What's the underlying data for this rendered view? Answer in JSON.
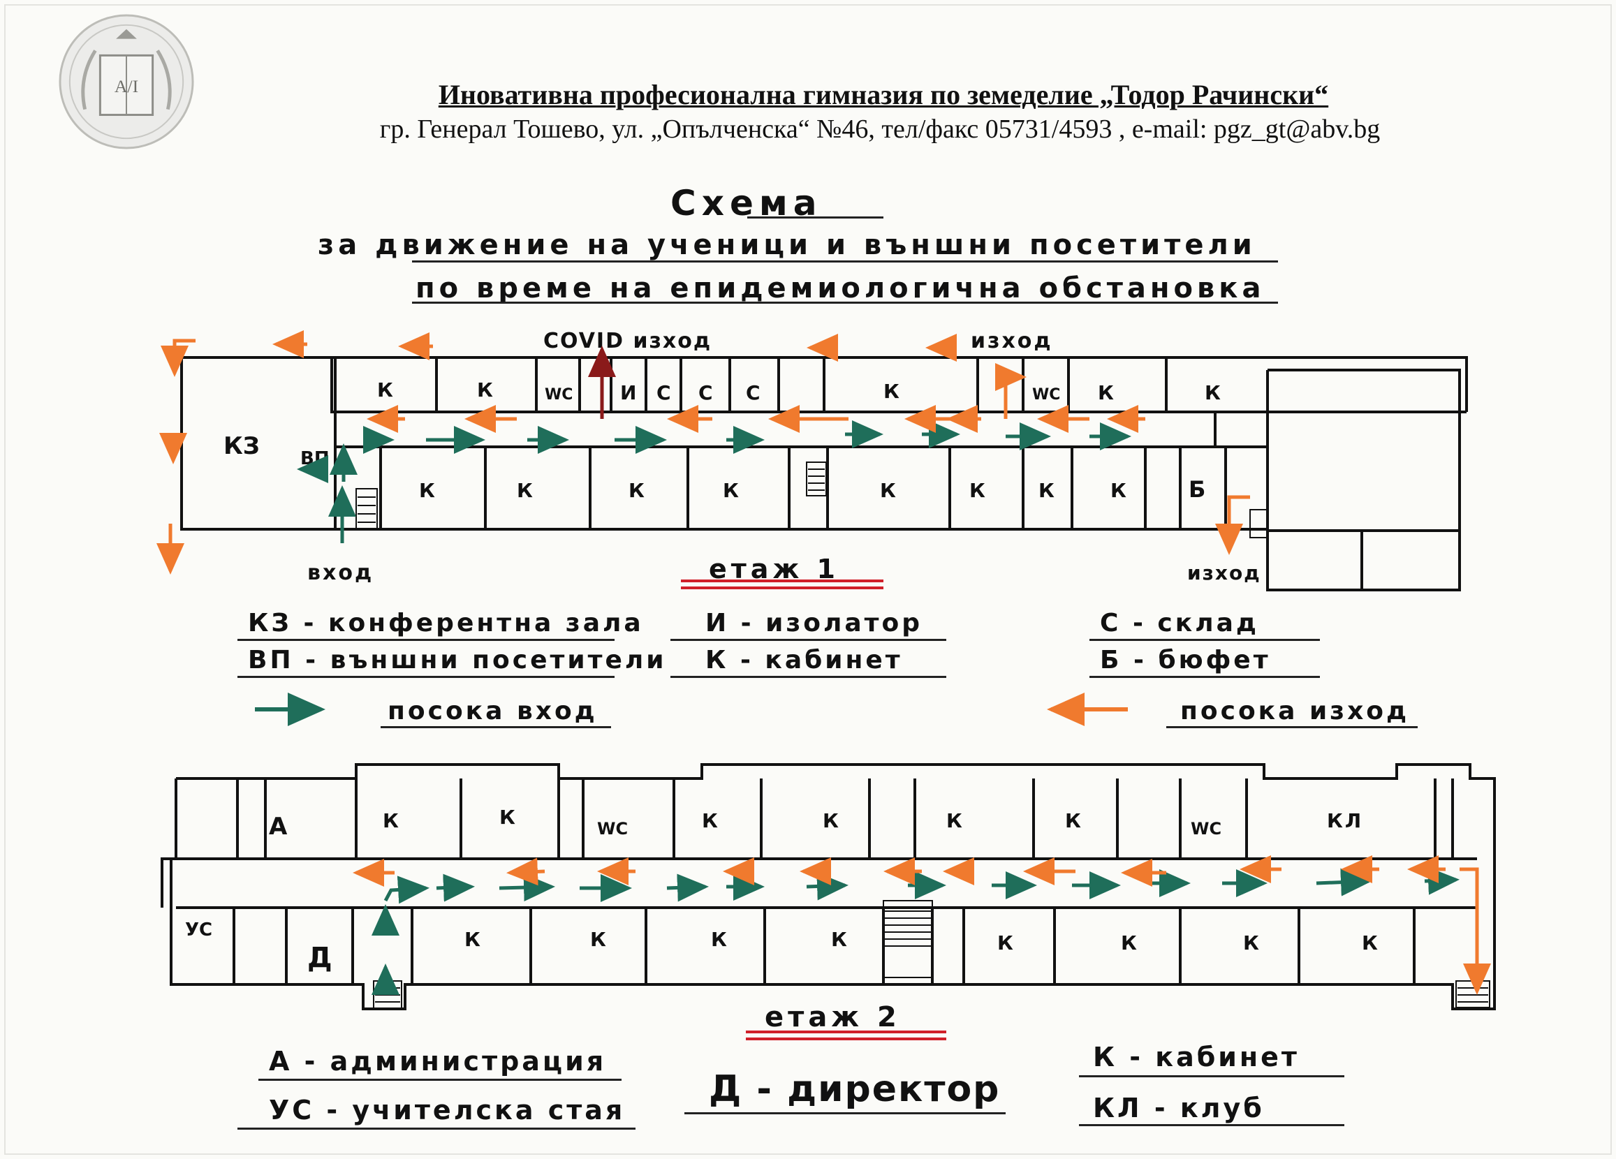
{
  "letterhead": {
    "school_name": "Иновативна професионална гимназия по земеделие „Тодор Рачински“",
    "contact": "гр. Генерал Тошево, ул. „Опълченска“ №46, тел/факс 05731/4593 , e-mail: pgz_gt@abv.bg",
    "logo_text": "A/I"
  },
  "title": {
    "heading": "Схема",
    "line1": "за движение на ученици и външни посетители",
    "line2": "по време на епидемиологична обстановка"
  },
  "floor1": {
    "caption": "етаж 1",
    "labels": {
      "covid_exit": "COVID изход",
      "exit_top": "изход",
      "entrance": "вход",
      "exit_right": "изход",
      "conference": "КЗ",
      "visitors": "ВП",
      "room": "К",
      "wc": "WC",
      "isolator": "И",
      "storage": "С",
      "buffet": "Б"
    }
  },
  "legend1": {
    "kz": "КЗ - конферентна зала",
    "vp": "ВП - външни посетители",
    "i": "И - изолатор",
    "k": "К - кабинет",
    "s": "С - склад",
    "b": "Б - бюфет",
    "dir_in": "посока вход",
    "dir_out": "посока изход"
  },
  "floor2": {
    "caption": "етаж 2",
    "labels": {
      "admin": "А",
      "director": "Д",
      "teachers": "УС",
      "room": "К",
      "wc": "WC",
      "club": "КЛ"
    }
  },
  "legend2": {
    "a": "А - администрация",
    "us": "УС - учителска стая",
    "d": "Д - директор",
    "k": "К - кабинет",
    "kl": "КЛ - клуб"
  },
  "colors": {
    "entry_arrow": "#1f6e5a",
    "exit_arrow": "#f07a2e",
    "covid_arrow": "#8a1a1a",
    "caption_underline": "#d0202a",
    "wall": "#111111"
  }
}
